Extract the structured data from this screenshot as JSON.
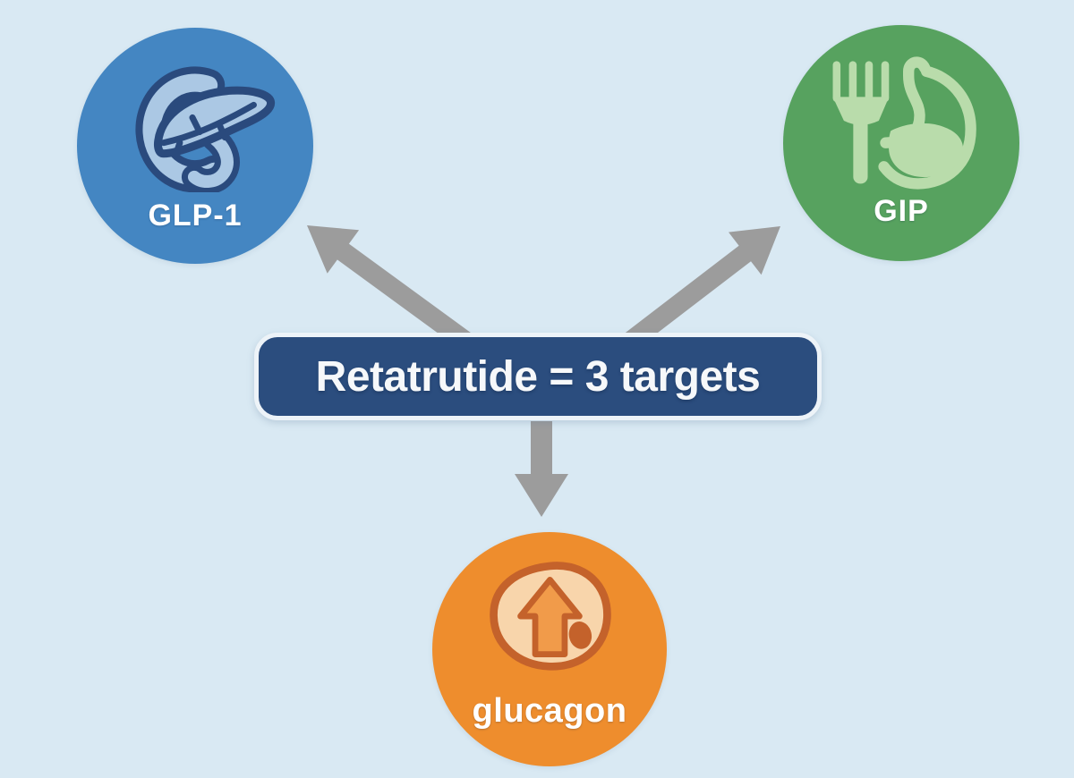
{
  "canvas": {
    "background_color": "#d9e9f3"
  },
  "center_box": {
    "label": "Retatrutide = 3 targets",
    "background_color": "#2b4d7e",
    "border_color": "#edf3f8",
    "text_color": "#f6f8fa"
  },
  "arrows": {
    "color": "#9c9c9c",
    "items": [
      {
        "name": "arrow-to-glp1",
        "direction": "up-left"
      },
      {
        "name": "arrow-to-gip",
        "direction": "up-right"
      },
      {
        "name": "arrow-to-glucagon",
        "direction": "down"
      }
    ]
  },
  "targets": [
    {
      "label": "GLP-1",
      "icon": "pancreas-icon",
      "circle_color": "#4486c2",
      "icon_fill": "#abc8e4",
      "icon_outline": "#2a4a7d",
      "label_color": "#ffffff"
    },
    {
      "label": "GIP",
      "icon": "fork-stomach-icon",
      "circle_color": "#57a25f",
      "icon_color": "#b9dcab",
      "label_color": "#ffffff"
    },
    {
      "label": "glucagon",
      "icon": "glucagon-up-arrow-cell-icon",
      "circle_color": "#ee8d2d",
      "icon_fill": "#f8d5ab",
      "icon_outline": "#c4622b",
      "icon_arrow_fill": "#f19b4a",
      "label_color": "#ffffff"
    }
  ]
}
